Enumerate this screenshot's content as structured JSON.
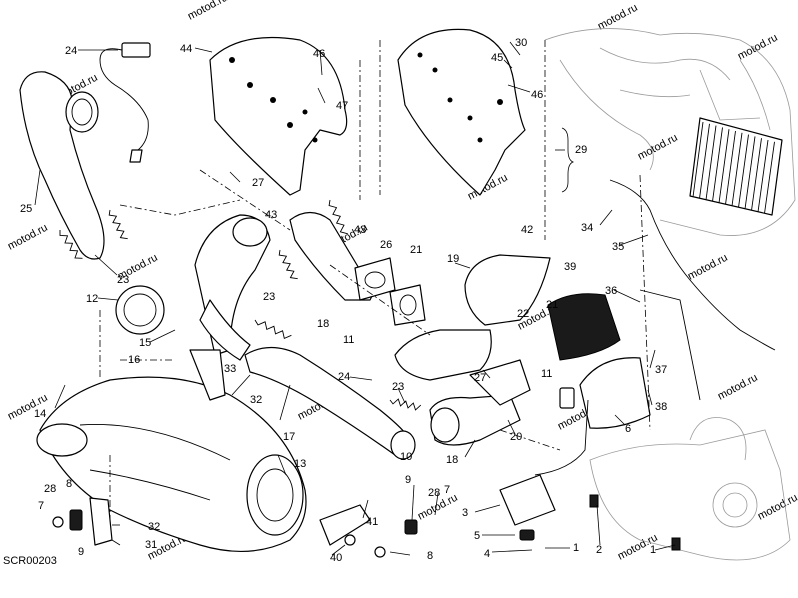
{
  "diagram": {
    "drawing_code": "SCR00203",
    "watermark": "motod.ru",
    "callouts": [
      "1",
      "2",
      "3",
      "4",
      "5",
      "6",
      "7",
      "8",
      "9",
      "10",
      "11",
      "12",
      "13",
      "14",
      "15",
      "16",
      "17",
      "18",
      "19",
      "20",
      "21",
      "22",
      "23",
      "24",
      "25",
      "26",
      "27",
      "28",
      "29",
      "30",
      "31",
      "32",
      "33",
      "34",
      "35",
      "36",
      "37",
      "38",
      "39",
      "40",
      "41",
      "42",
      "43",
      "44",
      "45",
      "46",
      "47"
    ]
  }
}
